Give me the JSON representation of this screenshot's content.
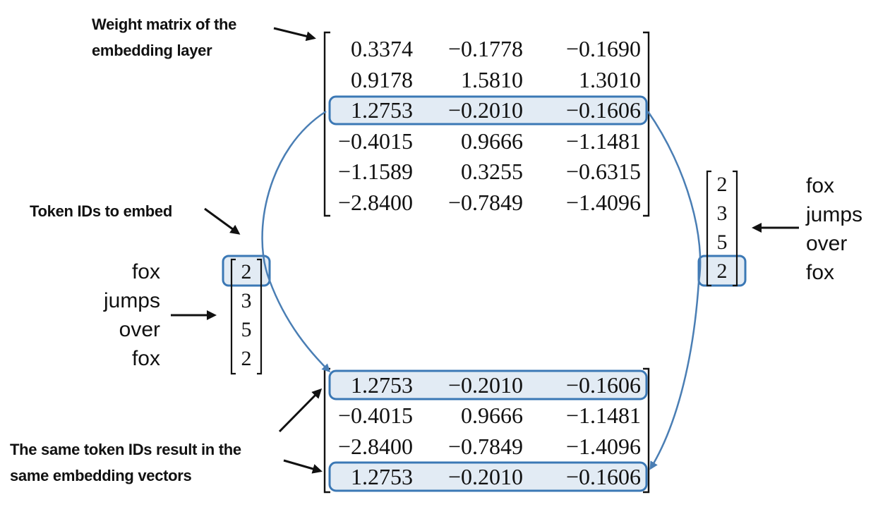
{
  "annotations": {
    "weight_matrix": [
      "Weight matrix of the",
      "embedding layer"
    ],
    "token_ids": "Token IDs to embed",
    "same_ids": [
      "The same token IDs result in the",
      "same embedding vectors"
    ]
  },
  "left_tokens": {
    "words": [
      "fox",
      "jumps",
      "over",
      "fox"
    ],
    "ids": [
      "2",
      "3",
      "5",
      "2"
    ]
  },
  "right_tokens": {
    "words": [
      "fox",
      "jumps",
      "over",
      "fox"
    ],
    "ids": [
      "2",
      "3",
      "5",
      "2"
    ]
  },
  "weight_matrix": [
    [
      "0.3374",
      "−0.1778",
      "−0.1690"
    ],
    [
      "0.9178",
      "1.5810",
      "1.3010"
    ],
    [
      "1.2753",
      "−0.2010",
      "−0.1606"
    ],
    [
      "−0.4015",
      "0.9666",
      "−1.1481"
    ],
    [
      "−1.1589",
      "0.3255",
      "−0.6315"
    ],
    [
      "−2.8400",
      "−0.7849",
      "−1.4096"
    ]
  ],
  "embedding_output": [
    [
      "1.2753",
      "−0.2010",
      "−0.1606"
    ],
    [
      "−0.4015",
      "0.9666",
      "−1.1481"
    ],
    [
      "−2.8400",
      "−0.7849",
      "−1.4096"
    ],
    [
      "1.2753",
      "−0.2010",
      "−0.1606"
    ]
  ],
  "colors": {
    "highlight_stroke": "#3b78b5",
    "highlight_fill": "#e2ebf4",
    "arrow": "#4a7eb4",
    "text": "#111111"
  }
}
